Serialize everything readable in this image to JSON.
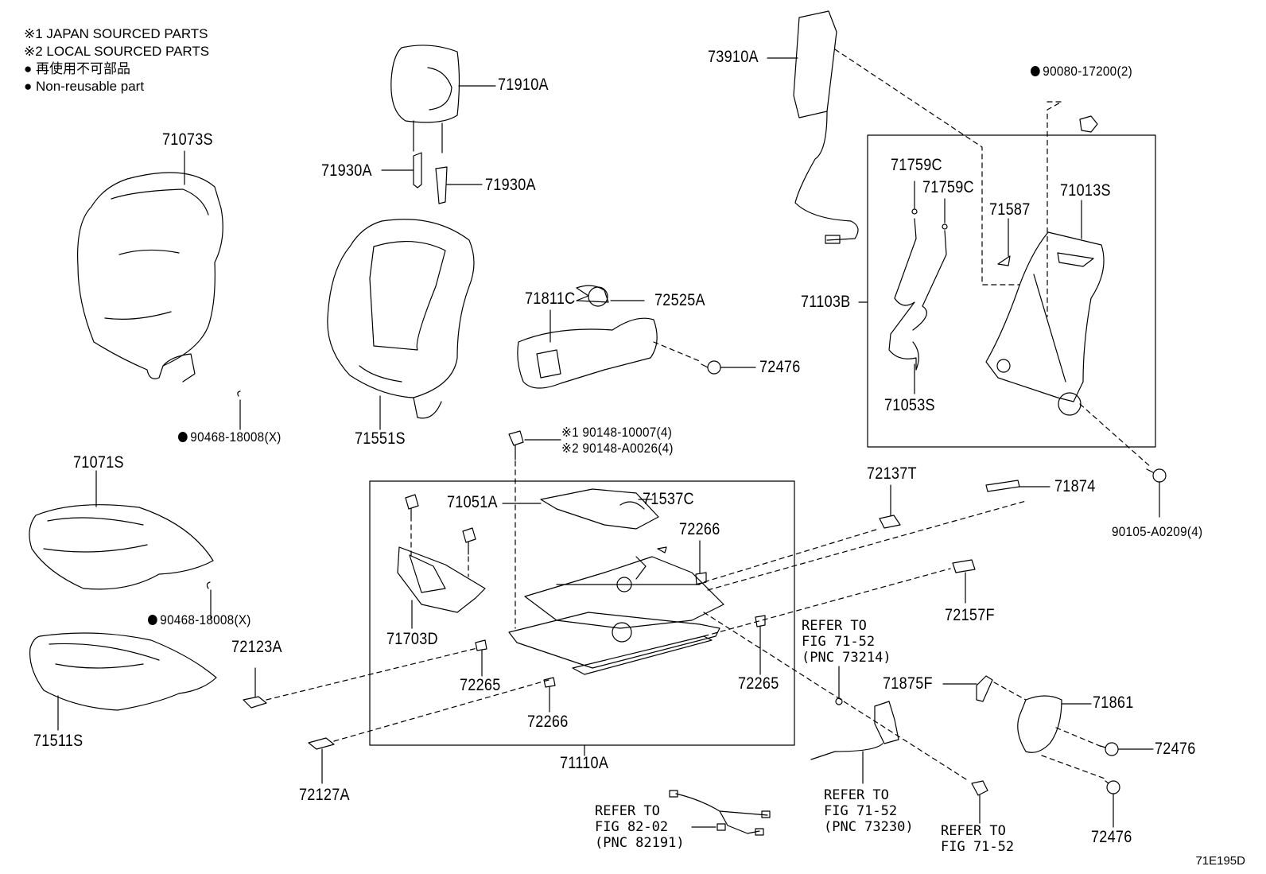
{
  "legend": {
    "note1": "※1 JAPAN SOURCED PARTS",
    "note2": "※2 LOCAL SOURCED PARTS",
    "note3": "● 再使用不可部品",
    "note4": "● Non-reusable part"
  },
  "labels": {
    "p71073S": "71073S",
    "p71910A": "71910A",
    "p71930A_l": "71930A",
    "p71930A_r": "71930A",
    "p73910A": "73910A",
    "p90080": "90080-17200(2)",
    "p71759C_1": "71759C",
    "p71759C_2": "71759C",
    "p71013S": "71013S",
    "p71587": "71587",
    "p71103B": "71103B",
    "p71053S": "71053S",
    "p71811C": "71811C",
    "p72525A": "72525A",
    "p72476_a": "72476",
    "p71551S": "71551S",
    "p90468_a": "90468-18008(X)",
    "p71071S": "71071S",
    "p90148_1": "※1 90148-10007(4)",
    "p90148_2": "※2 90148-A0026(4)",
    "p72137T": "72137T",
    "p71874": "71874",
    "p90105": "90105-A0209(4)",
    "p71051A": "71051A",
    "p71537C": "71537C",
    "p72266_a": "72266",
    "p90468_b": "90468-18008(X)",
    "p71703D": "71703D",
    "p72123A": "72123A",
    "p72265_a": "72265",
    "p72265_b": "72265",
    "p72266_b": "72266",
    "p72157F": "72157F",
    "p71511S": "71511S",
    "p71875F": "71875F",
    "p71861": "71861",
    "p72476_b": "72476",
    "p72476_c": "72476",
    "p71110A": "71110A",
    "p72127A": "72127A"
  },
  "refs": {
    "r1": "REFER TO\nFIG 71-52\n(PNC 73214)",
    "r2": "REFER TO\nFIG 82-02\n(PNC 82191)",
    "r3": "REFER TO\nFIG 71-52\n(PNC 73230)",
    "r4": "REFER TO\nFIG 71-52"
  },
  "footer": "71E195D"
}
